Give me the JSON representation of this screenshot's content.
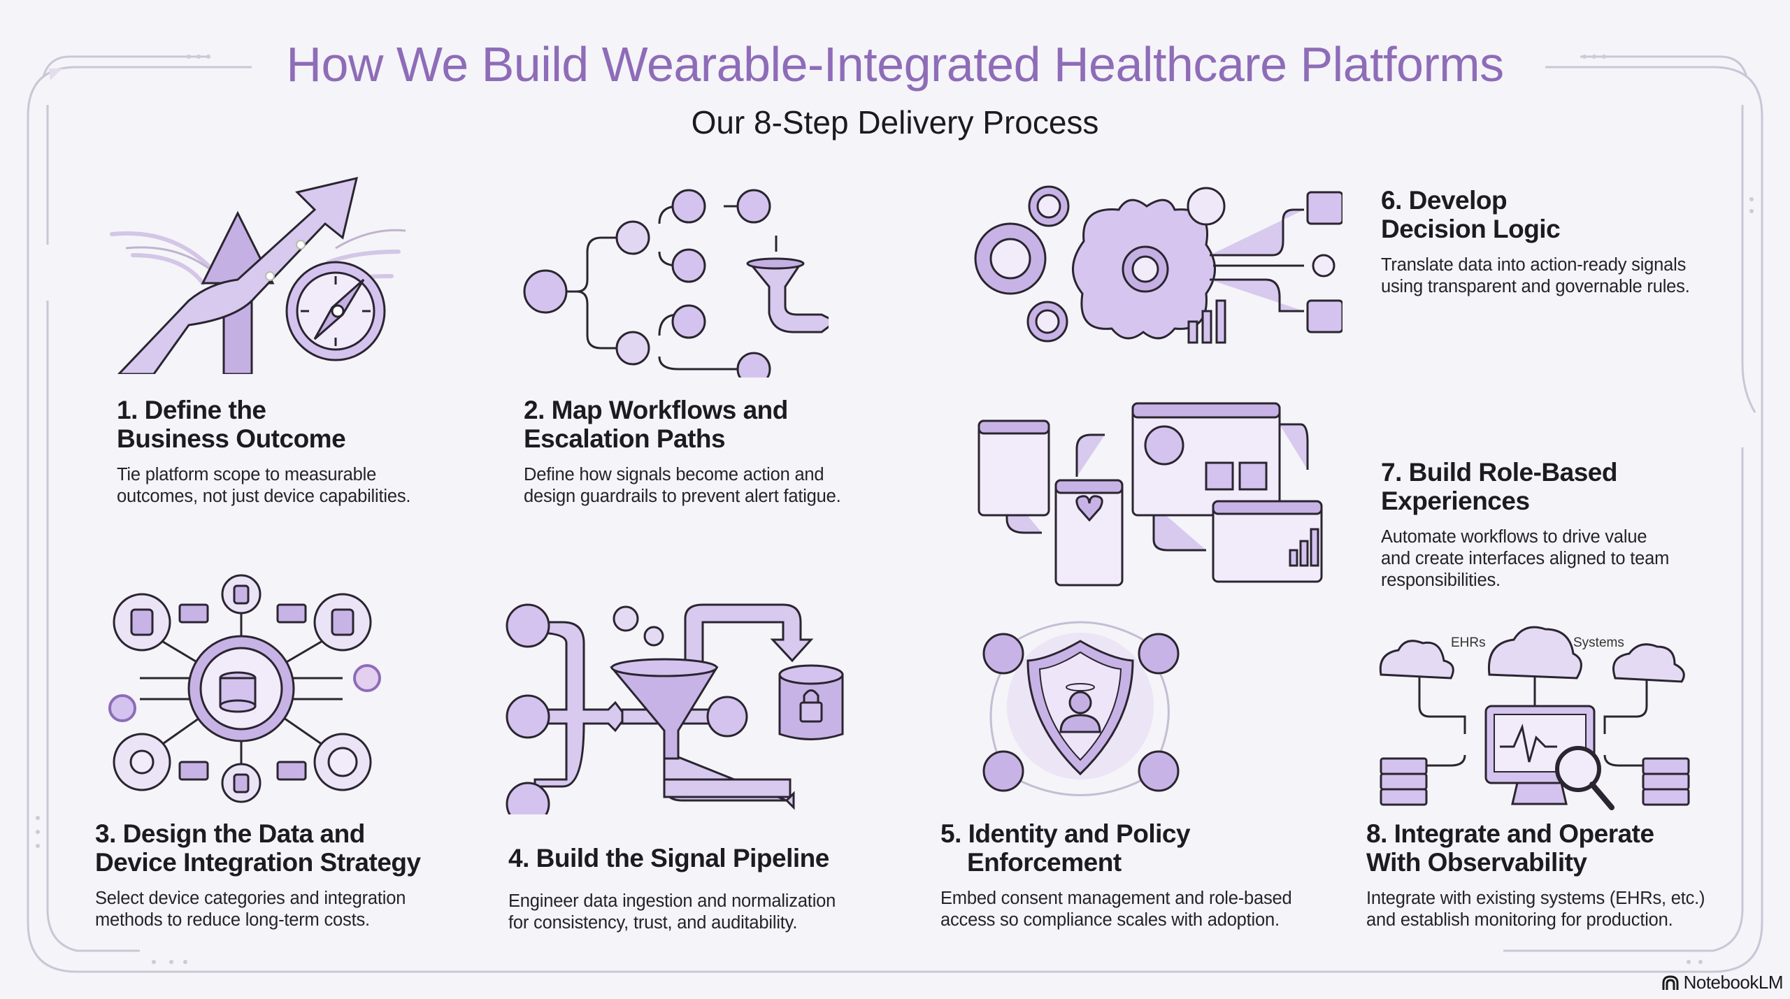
{
  "header": {
    "title": "How We Build Wearable-Integrated Healthcare Platforms",
    "subtitle": "Our 8-Step Delivery Process"
  },
  "steps": [
    {
      "number": "1.",
      "title_line1": "1. Define the",
      "title_line2": "Business Outcome",
      "desc_line1": "Tie platform scope to measurable",
      "desc_line2": "outcomes, not just device capabilities.",
      "icon": "branching-arrows-compass-icon"
    },
    {
      "number": "2.",
      "title_line1": "2. Map Workflows and",
      "title_line2": "Escalation Paths",
      "desc_line1": "Define how signals become action and",
      "desc_line2": "design guardrails to prevent alert fatigue.",
      "icon": "workflow-tree-funnel-icon"
    },
    {
      "number": "3.",
      "title_line1": "3. Design the Data and",
      "title_line2": "Device Integration Strategy",
      "desc_line1": "Select device categories and integration",
      "desc_line2": "methods to reduce long-term costs.",
      "icon": "database-hub-wearables-icon"
    },
    {
      "number": "4.",
      "title_line1": "4. Build the Signal Pipeline",
      "title_line2": "",
      "desc_line1": "Engineer data ingestion and normalization",
      "desc_line2": "for consistency, trust, and auditability.",
      "icon": "pipeline-funnel-vault-icon"
    },
    {
      "number": "5.",
      "title_line1": "5. Identity and Policy",
      "title_line2": "Enforcement",
      "desc_line1": "Embed consent management and role-based",
      "desc_line2": "access so compliance scales with adoption.",
      "icon": "shield-identity-cycle-icon"
    },
    {
      "number": "6.",
      "title_line1": "6. Develop",
      "title_line2": "Decision Logic",
      "desc_line1": "Translate data into action-ready signals",
      "desc_line2": "using transparent and governable rules.",
      "icon": "brain-gears-alerts-icon"
    },
    {
      "number": "7.",
      "title_line1": "7. Build Role-Based",
      "title_line2": "Experiences",
      "desc_line1": "Automate workflows to drive value",
      "desc_line2": "and create interfaces aligned to team",
      "desc_line3": "responsibilities.",
      "icon": "role-dashboards-flow-icon"
    },
    {
      "number": "8.",
      "title_line1": "8. Integrate and Operate",
      "title_line2": "With Observability",
      "desc_line1": "Integrate with existing systems (EHRs, etc.)",
      "desc_line2": "and establish monitoring for production.",
      "icon": "cloud-monitor-observability-icon"
    }
  ],
  "illustration_labels": {
    "ehrs": "EHRs",
    "systems": "Systems"
  },
  "watermark": {
    "label": "NotebookLM"
  },
  "colors": {
    "accent": "#8e6cb8",
    "fill_light": "#e4daf3",
    "fill_mid": "#c8b3e6",
    "stroke": "#2a2530",
    "background": "#f5f4f8"
  }
}
